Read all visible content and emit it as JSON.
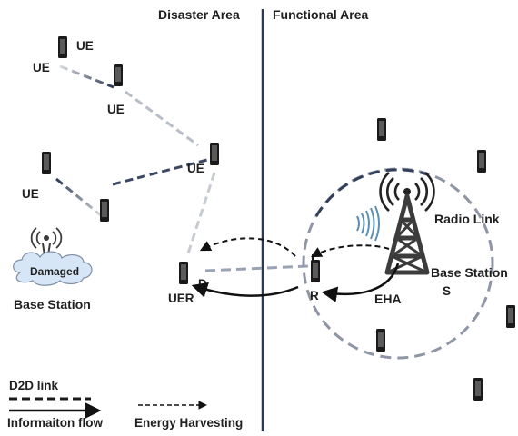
{
  "areas": {
    "disaster": "Disaster Area",
    "functional": "Functional Area"
  },
  "devices": {
    "ue_label": "UE",
    "uer_label": "UER",
    "d_label": "D",
    "r_label": "R",
    "s_label": "S"
  },
  "base_stations": {
    "damaged_tag": "Damaged",
    "damaged_caption": "Base Station",
    "active_caption": "Base Station"
  },
  "links": {
    "radio_link": "Radio Link",
    "eha": "EHA"
  },
  "legend": {
    "d2d": "D2D link",
    "info_flow": "Informaiton flow",
    "energy": "Energy Harvesting"
  },
  "colors": {
    "divider": "#2b3a4f",
    "link_dark": "#33405a",
    "link_light": "#c8ccd2",
    "tower": "#3c3c3c",
    "cloud": "#d6e6f7",
    "radio_waves": "#5a8fb8"
  }
}
